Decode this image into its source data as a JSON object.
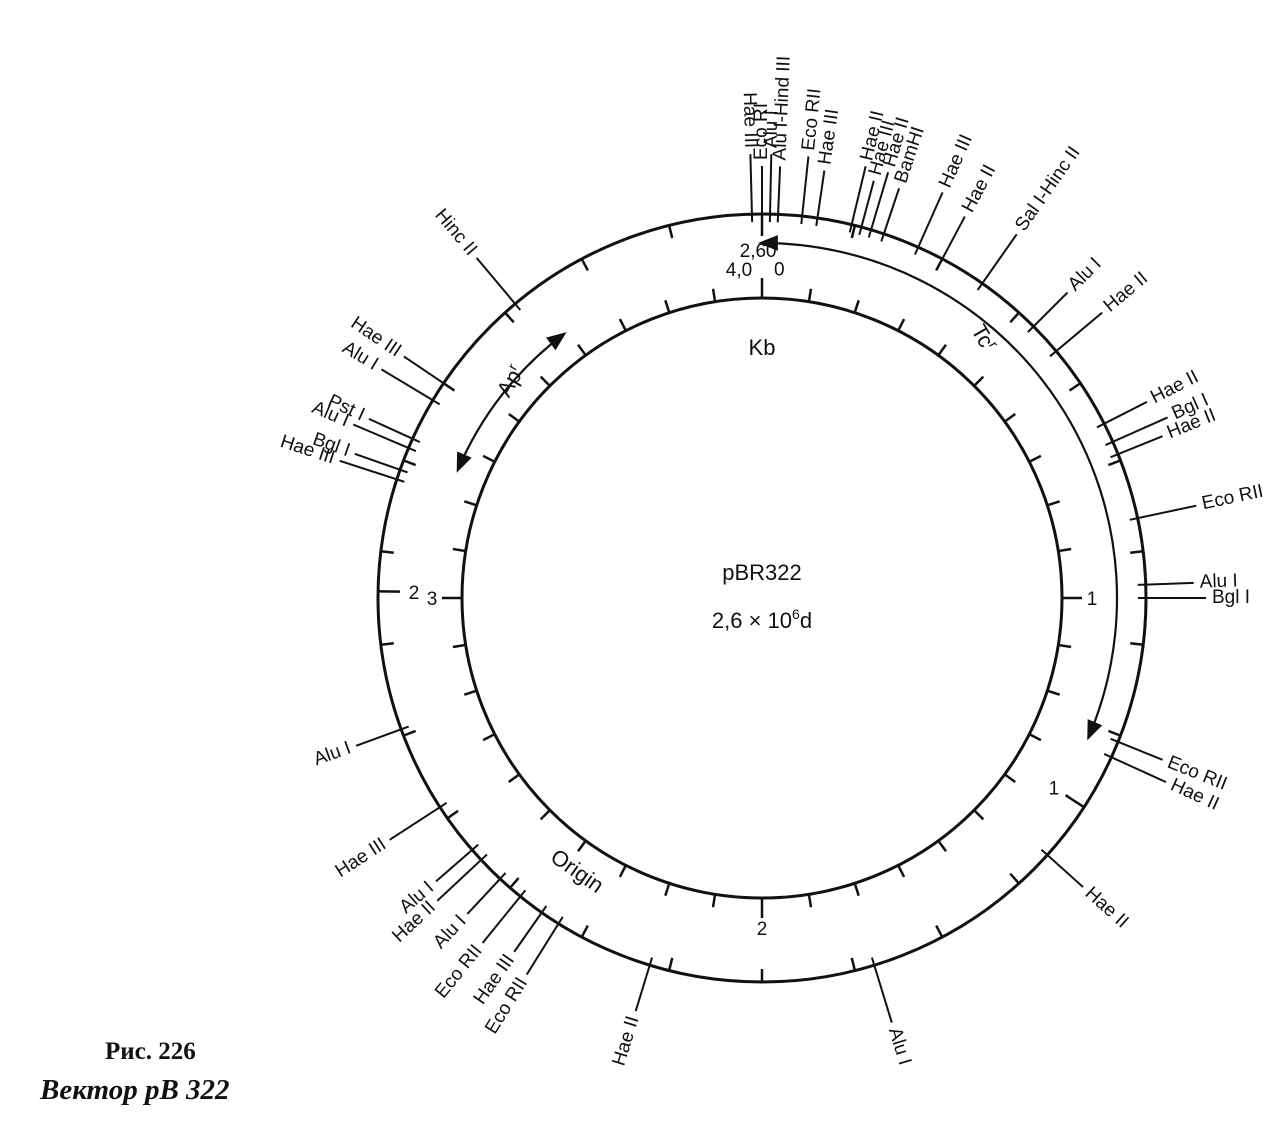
{
  "plasmid": {
    "name": "pBR322",
    "size_prefix": "2,6 × 10",
    "size_exp": "6",
    "size_suffix": "d",
    "unit": "Kb"
  },
  "outer_scale": {
    "labels": [
      {
        "text": "2,6",
        "deg": -1.5
      },
      {
        "text": "0",
        "deg": 1.5
      },
      {
        "text": "1",
        "deg": 123
      },
      {
        "text": "2",
        "deg": 271
      }
    ],
    "tick_degs": [
      14,
      28,
      42,
      56,
      69,
      83,
      97,
      111,
      138,
      152,
      166,
      180,
      194,
      208,
      221,
      235,
      249,
      263,
      277,
      291,
      304,
      318,
      332,
      346
    ]
  },
  "inner_scale": {
    "labels": [
      {
        "text": "4,0",
        "deg": -4
      },
      {
        "text": "0",
        "deg": 3
      },
      {
        "text": "1",
        "deg": 90
      },
      {
        "text": "2",
        "deg": 180
      },
      {
        "text": "3",
        "deg": 270
      }
    ],
    "minor_count": 40
  },
  "arrows": [
    {
      "label": "Tc",
      "sup": "r",
      "from_deg": 0,
      "to_deg": 113
    },
    {
      "label": "Ap",
      "sup": "r",
      "from_deg": 323,
      "to_deg": 293
    }
  ],
  "origin_label": "Origin",
  "sites": [
    {
      "text": "Hae III",
      "deg": -1.5
    },
    {
      "text": "Eco RI",
      "deg": 0
    },
    {
      "text": "Alu I",
      "deg": 1.2
    },
    {
      "text": "Alu I-Hind III",
      "deg": 2.4
    },
    {
      "text": "Eco RII",
      "deg": 6
    },
    {
      "text": "Hae III",
      "deg": 8.3
    },
    {
      "text": "Hae II",
      "deg": 13.5
    },
    {
      "text": "Hae III",
      "deg": 15
    },
    {
      "text": "Hae II",
      "deg": 16.5
    },
    {
      "text": "BamHI",
      "deg": 18.5
    },
    {
      "text": "Hae III",
      "deg": 24
    },
    {
      "text": "Hae II",
      "deg": 28
    },
    {
      "text": "Sal I-Hinc II",
      "deg": 35
    },
    {
      "text": "Alu I",
      "deg": 45
    },
    {
      "text": "Hae II",
      "deg": 50
    },
    {
      "text": "Hae II",
      "deg": 63
    },
    {
      "text": "Bgl I",
      "deg": 66
    },
    {
      "text": "Hae II",
      "deg": 68
    },
    {
      "text": "Eco RII",
      "deg": 78
    },
    {
      "text": "Alu I",
      "deg": 88
    },
    {
      "text": "Bgl I",
      "deg": 90
    },
    {
      "text": "Eco RII",
      "deg": 112
    },
    {
      "text": "Hae II",
      "deg": 114.5
    },
    {
      "text": "Hae II",
      "deg": 132
    },
    {
      "text": "Alu I",
      "deg": 163
    },
    {
      "text": "Hae II",
      "deg": 197
    },
    {
      "text": "Eco RII",
      "deg": 212
    },
    {
      "text": "Hae III",
      "deg": 215
    },
    {
      "text": "Eco RII",
      "deg": 219
    },
    {
      "text": "Alu I",
      "deg": 223
    },
    {
      "text": "Hae II",
      "deg": 227
    },
    {
      "text": "Alu I",
      "deg": 229
    },
    {
      "text": "Hae III",
      "deg": 237
    },
    {
      "text": "Alu I",
      "deg": 250
    },
    {
      "text": "Hae III",
      "deg": 288
    },
    {
      "text": "Bgl I",
      "deg": 289.5
    },
    {
      "text": "Alu I",
      "deg": 293
    },
    {
      "text": "Pst I",
      "deg": 294.5
    },
    {
      "text": "Alu I",
      "deg": 301
    },
    {
      "text": "Hae III",
      "deg": 304
    },
    {
      "text": "Hinc II",
      "deg": 320
    }
  ],
  "caption": {
    "fig": "Рис. 226",
    "title": "Вектор pB 322"
  }
}
